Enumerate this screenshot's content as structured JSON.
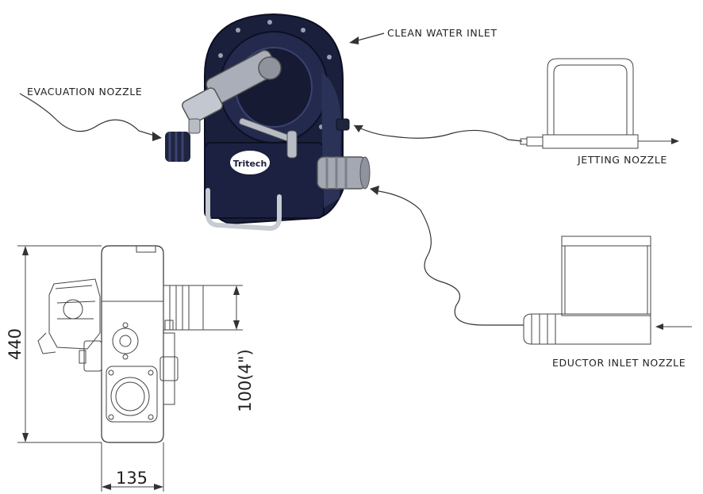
{
  "labels": {
    "clean_water_inlet": "CLEAN WATER INLET",
    "evacuation_nozzle": "EVACUATION NOZZLE",
    "jetting_nozzle": "JETTING NOZZLE",
    "eductor_inlet_nozzle": "EDUCTOR INLET NOZZLE"
  },
  "brand": {
    "logo_text": "Tritech"
  },
  "dimensions": {
    "height": "440",
    "width": "135",
    "nozzle_diameter": "100(4\")"
  },
  "colors": {
    "body": "#1a1f3c",
    "body_highlight": "#3a4370",
    "metal": "#b8bcc4",
    "line": "#333333"
  }
}
